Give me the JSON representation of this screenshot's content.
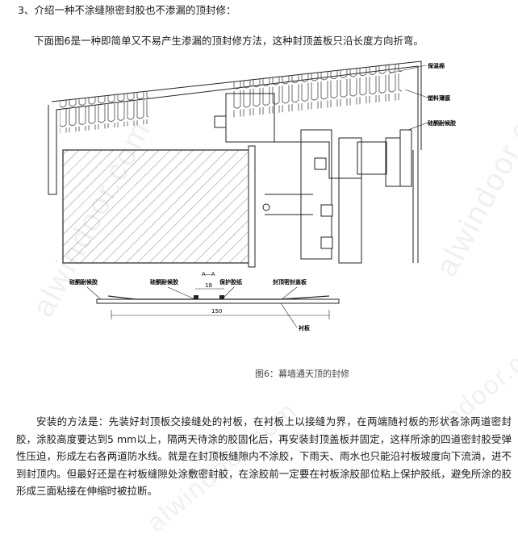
{
  "heading": "3、介绍一种不涂缝隙密封胶也不渗漏的顶封修：",
  "intro": "下面图6是一种即简单又不易产生渗漏的顶封修方法，这种封顶盖板只沿长度方向折弯。",
  "figure": {
    "labels": {
      "insulation": "保温棉",
      "plastic_film": "塑料薄膜",
      "silicone_sealant": "硅酮耐候胶",
      "detail_sealant_left": "硅酮耐候胶",
      "detail_sealant_mid": "硅酮耐候胶",
      "protective_tape": "保护胶纸",
      "sealing_strip": "封顶密封盖板",
      "section_mark": "A—A",
      "dim_18": "18",
      "dim_150": "150",
      "backing_plate": "衬板"
    }
  },
  "caption": "图6：幕墙通天顶的封修",
  "body": "安装的方法是：先装好封顶板交接缝处的衬板，在衬板上以接缝为界，在两端随衬板的形状各涂两道密封胶，涂胶高度要达到5 mm以上，隔两天待涂的胶固化后，再安装封顶盖板并固定，这样所涂的四道密封胶受弹性压迫，形成左右各两道防水线。就是在封顶板缝隙内不涂胶，下雨天、雨水也只能沿衬板坡度向下流淌，进不到封顶内。但最好还是在衬板缝隙处涂敷密封胶，在涂胶前一定要在衬板涂胶部位粘上保护胶纸，避免所涂的胶形成三面粘接在伸缩时被拉断。",
  "watermark": "alwindoor.com"
}
